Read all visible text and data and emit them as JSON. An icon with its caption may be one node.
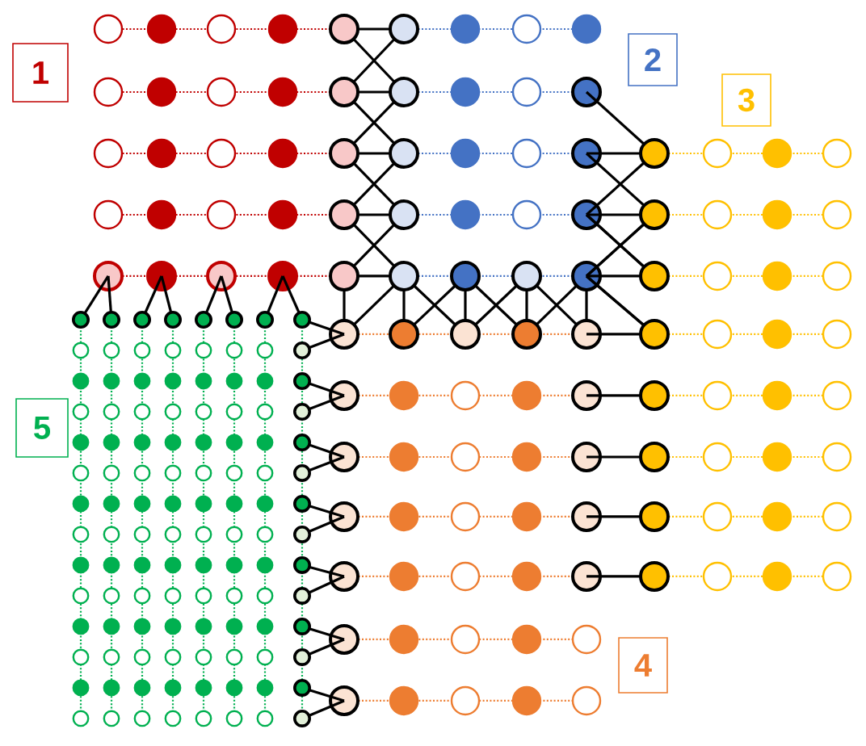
{
  "diagram": {
    "nodes": [
      {
        "text": [
          "1"
        ]
      },
      {
        "text": [
          "2"
        ]
      },
      {
        "text": [
          "3"
        ]
      },
      {
        "text": [
          "5"
        ]
      },
      {
        "text": [
          "4"
        ]
      }
    ]
  }
}
